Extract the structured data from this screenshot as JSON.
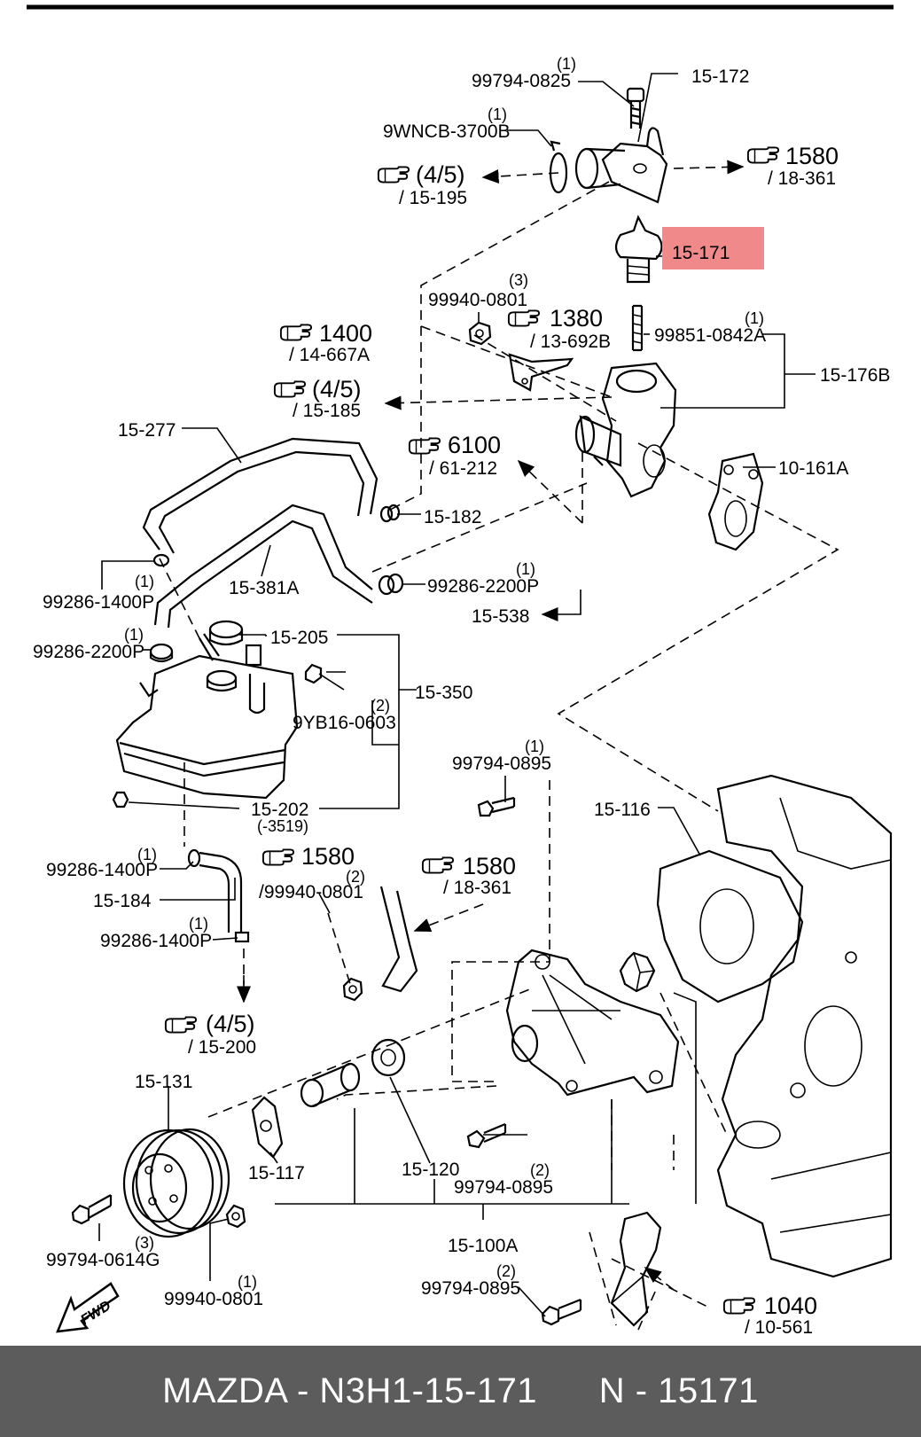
{
  "colors": {
    "highlight": "#f08a8a",
    "caption_bg": "#5c5c5c",
    "caption_fg": "#ffffff"
  },
  "diagram": {
    "labels": {
      "l_997940825": "99794-0825",
      "l_15172": "15-172",
      "l_9wncb": "9WNCB-3700B",
      "l_15171": "15-171",
      "l_999400801a": "99940-0801",
      "l_998510842": "99851-0842A",
      "l_15176b": "15-176B",
      "l_10161a": "10-161A",
      "l_15277": "15-277",
      "l_15182": "15-182",
      "l_15381a": "15-381A",
      "l_992862200a": "99286-2200P",
      "l_15538": "15-538",
      "l_992861400a": "99286-1400P",
      "l_992862200b": "99286-2200P",
      "l_15205": "15-205",
      "l_15350": "15-350",
      "l_9yb16": "9YB16-0603",
      "l_15202": "15-202",
      "l_3519": "(-3519)",
      "l_997940895a": "99794-0895",
      "l_15116": "15-116",
      "l_992861400b": "99286-1400P",
      "l_15184": "15-184",
      "l_992861400c": "99286-1400P",
      "l_999400801b": "/99940-0801",
      "l_15131": "15-131",
      "l_15117": "15-117",
      "l_15120": "15-120",
      "l_997940895b": "99794-0895",
      "l_15100a": "15-100A",
      "l_997940614": "99794-0614G",
      "l_999400801c": "99940-0801",
      "l_997940895c": "99794-0895",
      "fwd": "FWD"
    },
    "quantities": {
      "q_997940825": "(1)",
      "q_9wncb": "(1)",
      "q_999400801a": "(3)",
      "q_998510842": "(1)",
      "q_992862200a": "(1)",
      "q_992861400a": "(1)",
      "q_992862200b": "(1)",
      "q_9yb16": "(2)",
      "q_997940895a": "(1)",
      "q_992861400b": "(1)",
      "q_992861400c": "(1)",
      "q_999400801b": "(2)",
      "q_997940895b": "(2)",
      "q_997940614": "(3)",
      "q_999400801c": "(1)",
      "q_997940895c": "(2)"
    },
    "refs": [
      {
        "id": "r1",
        "num": "1580",
        "sub": "/ 18-361"
      },
      {
        "id": "r2",
        "num": "(4/5)",
        "sub": "/ 15-195"
      },
      {
        "id": "r3",
        "num": "1380",
        "sub": "/ 13-692B"
      },
      {
        "id": "r4",
        "num": "1400",
        "sub": "/ 14-667A"
      },
      {
        "id": "r5",
        "num": "(4/5)",
        "sub": "/ 15-185"
      },
      {
        "id": "r6",
        "num": "6100",
        "sub": "/ 61-212"
      },
      {
        "id": "r7",
        "num": "1580",
        "sub": ""
      },
      {
        "id": "r8",
        "num": "1580",
        "sub": "/ 18-361"
      },
      {
        "id": "r9",
        "num": "(4/5)",
        "sub": "/ 15-200"
      },
      {
        "id": "r10",
        "num": "1040",
        "sub": "/ 10-561"
      }
    ]
  },
  "caption": {
    "left": "MAZDA - N3H1-15-171",
    "right": "N - 15171"
  }
}
